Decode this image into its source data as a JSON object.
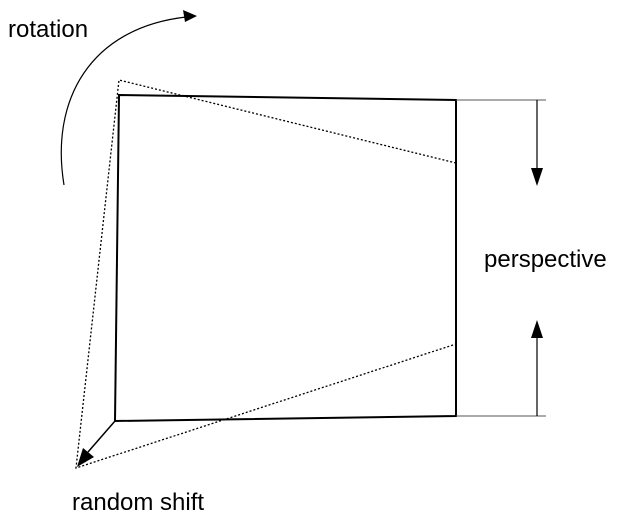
{
  "labels": {
    "rotation": "rotation",
    "perspective": "perspective",
    "random_shift": "random shift"
  },
  "colors": {
    "stroke": "#000000",
    "thin_stroke": "#555555",
    "background": "#ffffff"
  }
}
